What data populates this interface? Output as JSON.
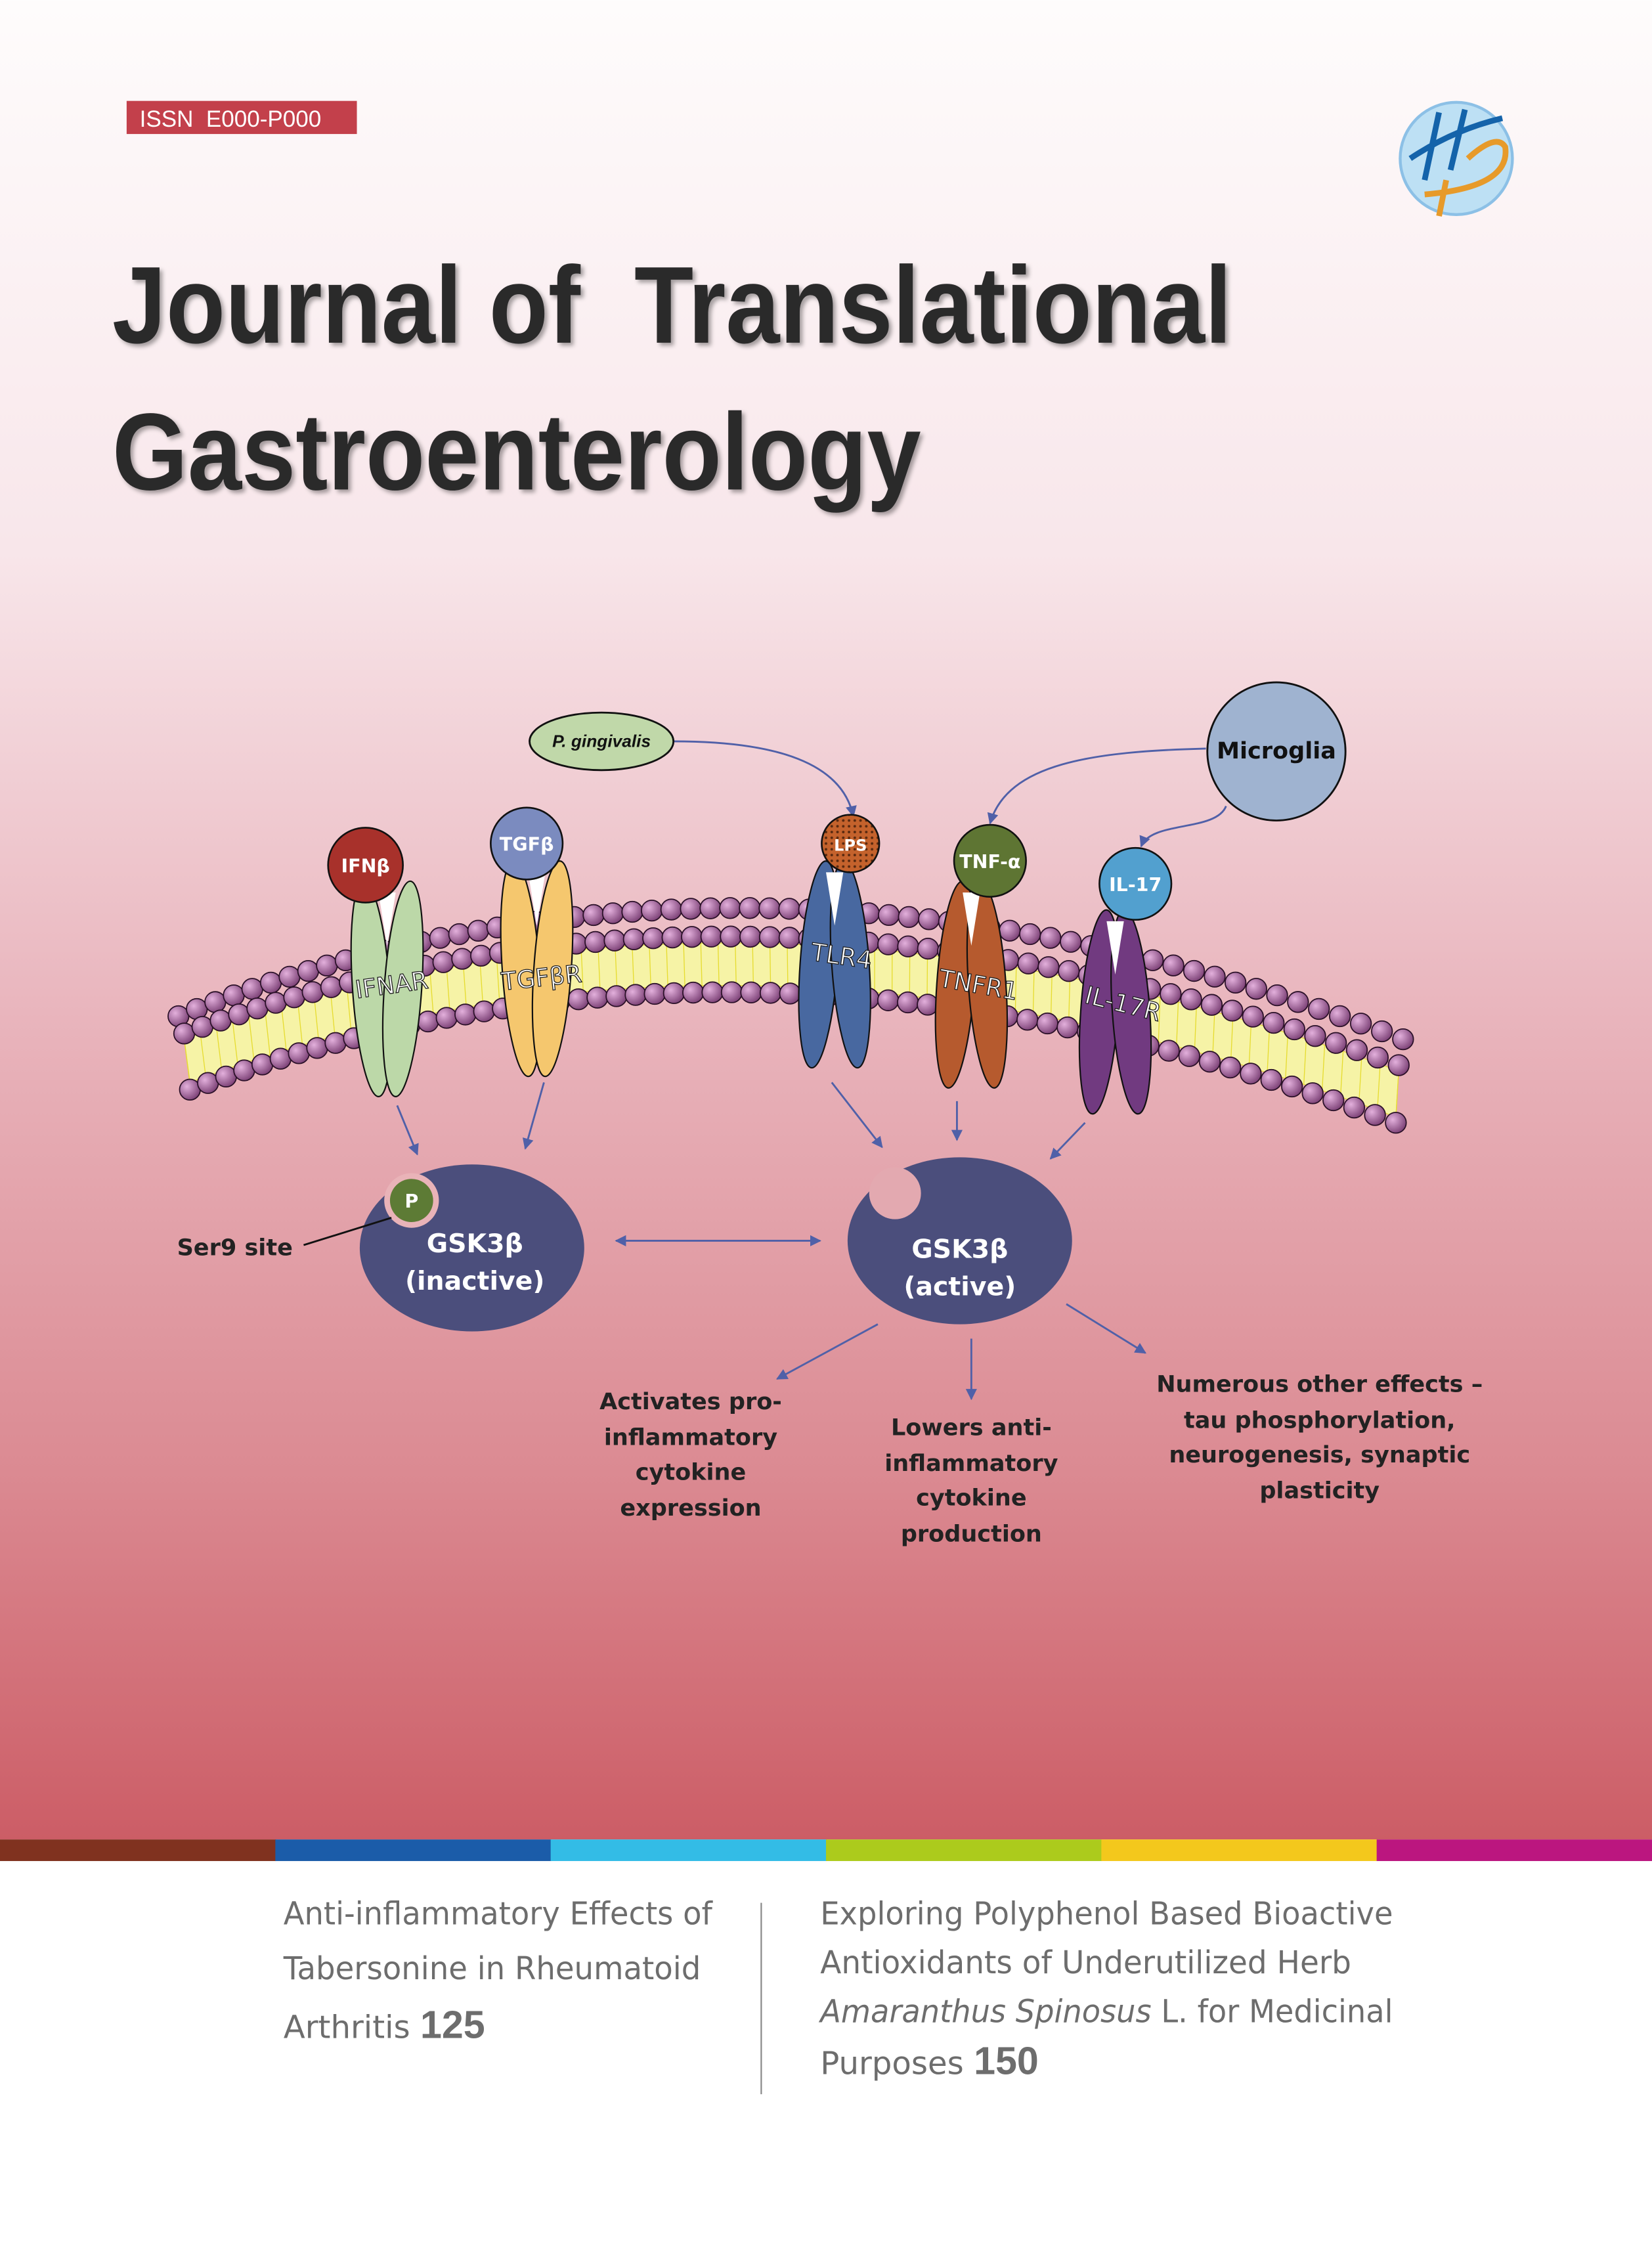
{
  "issn": "ISSN  E000-P000",
  "logo": {
    "letters": "HP"
  },
  "title": {
    "line1": "Journal of  Translational",
    "line2": "Gastroenterology"
  },
  "diagram": {
    "source": "P. gingivalis",
    "microglia": "Microglia",
    "ligands": {
      "ifnb": "IFNβ",
      "tgfb": "TGFβ",
      "lps": "LPS",
      "tnfa": "TNF-α",
      "il17": "IL-17"
    },
    "receptors": {
      "ifnar": "IFNAR",
      "tgfbr": "TGFβR",
      "tlr4": "TLR4",
      "tnfr1": "TNFR1",
      "il17r": "IL-17R"
    },
    "ser9": "Ser9 site",
    "phospho": "P",
    "gsk_inactive": [
      "GSK3β",
      "(inactive)"
    ],
    "gsk_active": [
      "GSK3β",
      "(active)"
    ],
    "effect1": [
      "Activates pro-",
      "inflammatory",
      "cytokine",
      "expression"
    ],
    "effect2": [
      "Lowers anti-",
      "inflammatory",
      "cytokine",
      "production"
    ],
    "effect3": [
      "Numerous other effects –",
      "tau phosphorylation,",
      "neurogenesis, synaptic",
      "plasticity"
    ]
  },
  "color_bar": [
    "#80321f",
    "#1b5ca9",
    "#33bce6",
    "#accb1c",
    "#f3c81c",
    "#bb167f"
  ],
  "articles": [
    {
      "lines": [
        "Anti-inflammatory Effects of",
        "Tabersonine in Rheumatoid",
        "Arthritis"
      ],
      "page": "125"
    },
    {
      "lines": [
        "Exploring Polyphenol Based Bioactive",
        "Antioxidants of Underutilized Herb"
      ],
      "italic": "Amaranthus Spinosus",
      "rest": " L. for Medicinal",
      "last": "Purposes",
      "page": "150"
    }
  ]
}
